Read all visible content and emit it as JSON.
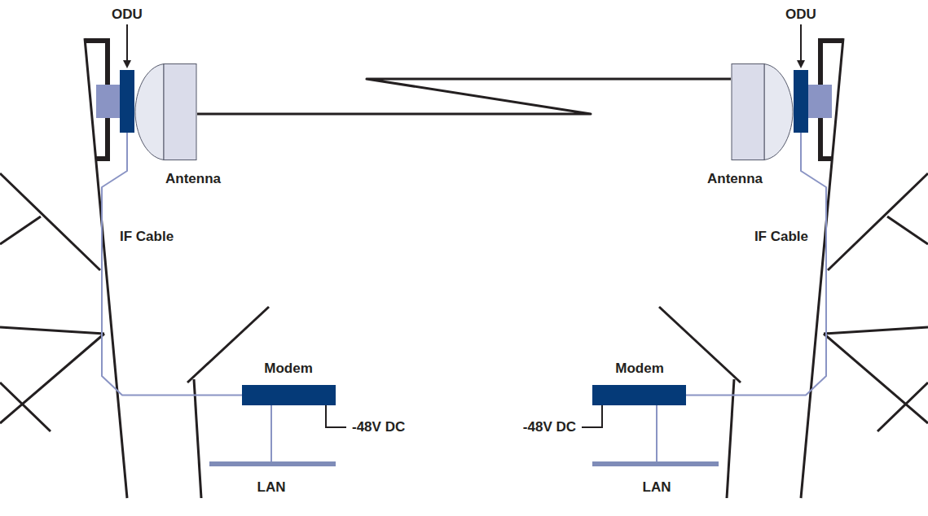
{
  "diagram": {
    "nodes": [
      {
        "text": [
          "ODU"
        ]
      },
      {
        "text": [
          "Antenna"
        ]
      },
      {
        "text": [
          "Modem"
        ]
      },
      {
        "text": [
          "LAN"
        ]
      },
      {
        "text": [
          "ODU"
        ]
      },
      {
        "text": [
          "Antenna"
        ]
      },
      {
        "text": [
          "Modem"
        ]
      },
      {
        "text": [
          "LAN"
        ]
      }
    ],
    "edges": [
      {
        "from": 1,
        "to": 5,
        "arrow": "none"
      },
      {
        "from": 0,
        "to": 2,
        "arrow": "none",
        "label": "IF Cable"
      },
      {
        "from": 2,
        "to": 3,
        "arrow": "none"
      },
      {
        "from": 4,
        "to": 6,
        "arrow": "none",
        "label": "IF Cable"
      },
      {
        "from": 6,
        "to": 7,
        "arrow": "none"
      }
    ],
    "labels": [
      "-48V DC",
      "-48V DC"
    ]
  }
}
